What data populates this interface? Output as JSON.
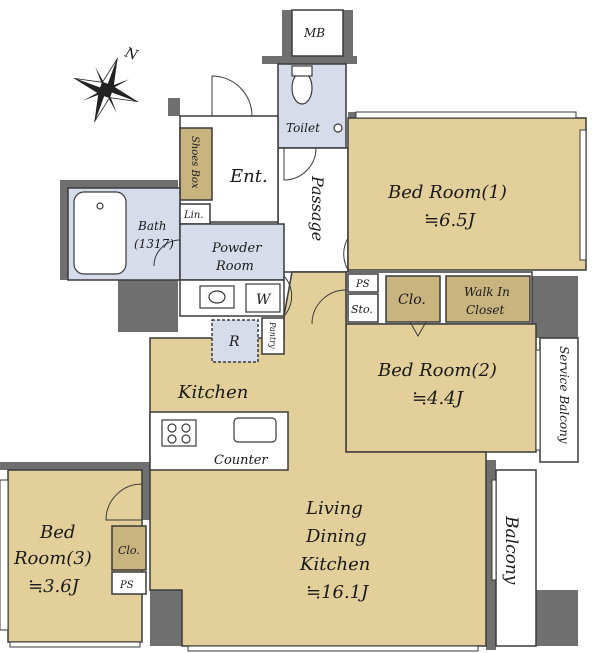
{
  "colors": {
    "wood": "#e3cf9a",
    "wet": "#d7dcea",
    "wall": "#6f6f6f",
    "storage": "#c9b37f",
    "outline": "#3a3a3a"
  },
  "compass": {
    "north": "N"
  },
  "rooms": {
    "mb": "MB",
    "toilet": "Toilet",
    "shoes_box": "Shoes Box",
    "entrance": "Ent.",
    "passage": "Passage",
    "bath_name": "Bath",
    "bath_size": "(1317)",
    "linen": "Lin.",
    "powder_room_line1": "Powder",
    "powder_room_line2": "Room",
    "washer": "W",
    "refrigerator": "R",
    "pantry": "Pantry",
    "kitchen": "Kitchen",
    "counter": "Counter",
    "bed1_name": "Bed Room(1)",
    "bed1_size": "≒6.5J",
    "ps_top": "PS",
    "sto": "Sto.",
    "clo_bed2": "Clo.",
    "walk_in_line1": "Walk In",
    "walk_in_line2": "Closet",
    "bed2_name": "Bed Room(2)",
    "bed2_size": "≒4.4J",
    "service_balcony": "Service Balcony",
    "ldk_line1": "Living",
    "ldk_line2": "Dining",
    "ldk_line3": "Kitchen",
    "ldk_size": "≒16.1J",
    "balcony": "Balcony",
    "bed3_line1": "Bed",
    "bed3_line2": "Room(3)",
    "bed3_size": "≒3.6J",
    "clo_bed3": "Clo.",
    "ps_bottom": "PS"
  }
}
